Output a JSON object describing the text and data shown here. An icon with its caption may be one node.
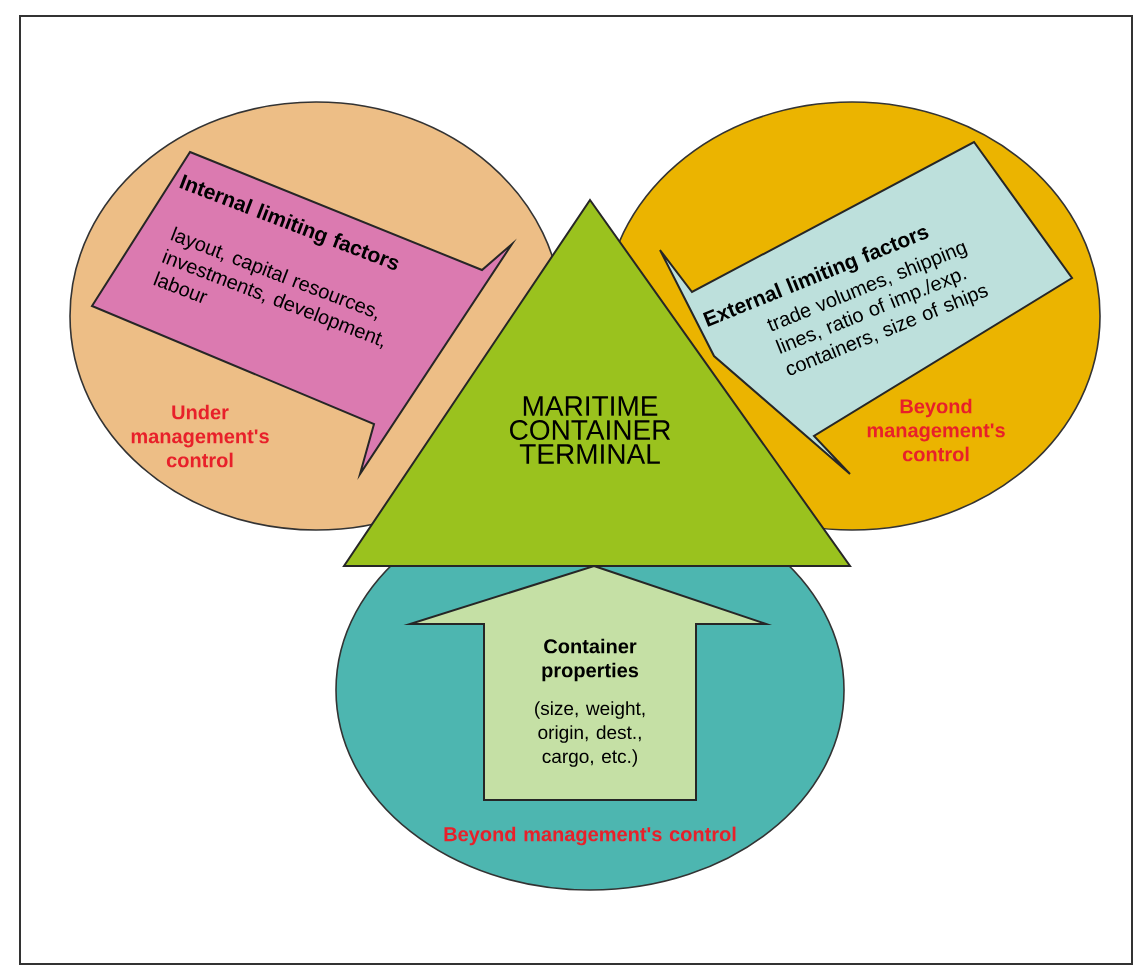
{
  "diagram": {
    "nodes": [
      {
        "text": [
          "Under management's control"
        ]
      },
      {
        "text": [
          "Internal limiting factors",
          "layout, capital resources, investments, development, labour"
        ],
        "in": 0
      },
      {
        "text": [
          "Beyond management's control"
        ]
      },
      {
        "text": [
          "External limiting factors",
          "trade volumes, shipping lines, ratio of imp./exp. containers, size of ships"
        ],
        "in": 2
      },
      {
        "text": [
          "Beyond management's control"
        ]
      },
      {
        "text": [
          "MARITIME CONTAINER TERMINAL"
        ]
      },
      {
        "text": [
          "Container properties",
          "(size, weight, origin, dest., cargo, etc.)"
        ],
        "in": 4
      }
    ]
  }
}
